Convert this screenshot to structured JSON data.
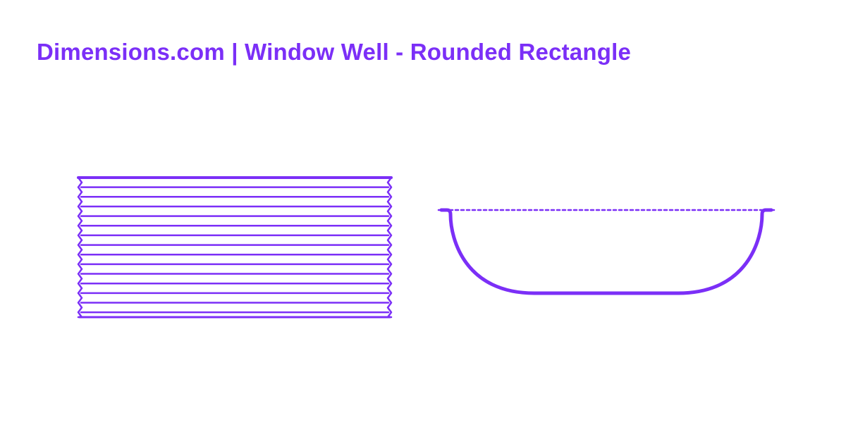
{
  "header": {
    "title": "Dimensions.com | Window Well - Rounded Rectangle"
  },
  "colors": {
    "accent": "#7b2ff7",
    "background": "#ffffff"
  },
  "drawings": {
    "front_elevation": {
      "view": "front",
      "corrugation_lines": 15
    },
    "side_profile": {
      "view": "side"
    }
  }
}
